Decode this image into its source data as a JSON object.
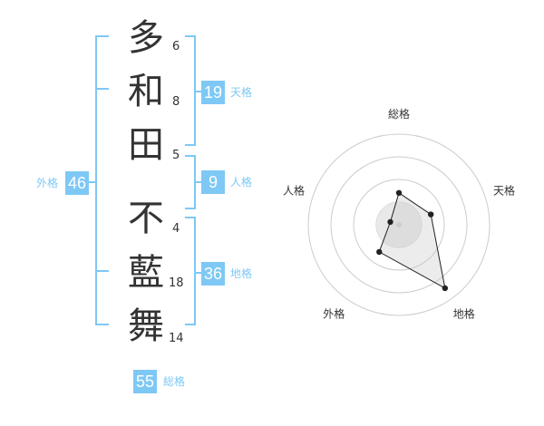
{
  "name": {
    "surname": [
      {
        "char": "多",
        "strokes": "6"
      },
      {
        "char": "和",
        "strokes": "8"
      },
      {
        "char": "田",
        "strokes": "5"
      }
    ],
    "given": [
      {
        "char": "不",
        "strokes": "4"
      },
      {
        "char": "藍",
        "strokes": "18"
      },
      {
        "char": "舞",
        "strokes": "14"
      }
    ]
  },
  "fortunes": {
    "tenkaku": {
      "value": "19",
      "label": "天格"
    },
    "jinkaku": {
      "value": "9",
      "label": "人格"
    },
    "chikaku": {
      "value": "36",
      "label": "地格"
    },
    "gaikaku": {
      "value": "46",
      "label": "外格"
    },
    "soukaku": {
      "value": "55",
      "label": "総格"
    }
  },
  "colors": {
    "accent": "#7ec8f5",
    "text": "#333333",
    "grid": "#cccccc",
    "polygon": "#222222"
  },
  "chart_data": {
    "type": "radar",
    "axes": [
      "総格",
      "天格",
      "地格",
      "外格",
      "人格"
    ],
    "values": [
      0.28,
      0.3,
      0.85,
      0.3,
      0.0
    ],
    "range": [
      0,
      1
    ],
    "rings": 4
  }
}
